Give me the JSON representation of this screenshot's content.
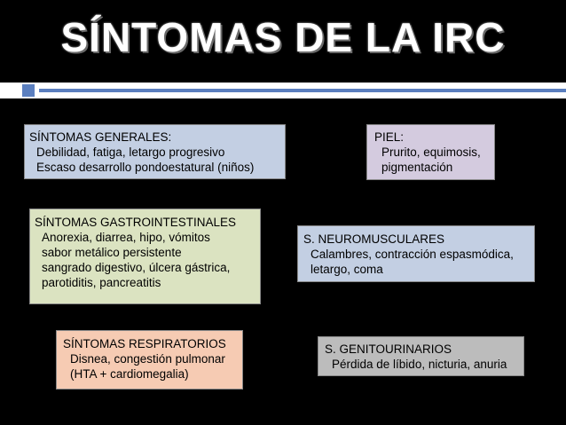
{
  "title": "SÍNTOMAS DE LA IRC",
  "colors": {
    "background": "#000000",
    "accent_blue": "#5b7fbf",
    "generales": "#c3cfe3",
    "piel": "#d4cbdf",
    "gastro": "#dbe3c1",
    "neuro": "#c3cfe3",
    "respiratorio": "#f6cbb3",
    "genitourinario": "#bcbcbc"
  },
  "boxes": {
    "generales": {
      "heading": "SÍNTOMAS GENERALES:",
      "lines": [
        "Debilidad, fatiga, letargo progresivo",
        "Escaso desarrollo pondoestatural (niños)"
      ]
    },
    "piel": {
      "heading": "PIEL:",
      "lines": [
        "Prurito, equimosis,",
        "pigmentación"
      ]
    },
    "gastro": {
      "heading": "SÍNTOMAS GASTROINTESTINALES",
      "lines": [
        "Anorexia, diarrea, hipo, vómitos",
        "sabor metálico persistente",
        "sangrado digestivo, úlcera gástrica,",
        "parotiditis, pancreatitis"
      ]
    },
    "neuro": {
      "heading": "S. NEUROMUSCULARES",
      "lines": [
        "Calambres, contracción espasmódica,",
        "letargo, coma"
      ]
    },
    "respiratorio": {
      "heading": "SÍNTOMAS RESPIRATORIOS",
      "lines": [
        "Disnea, congestión pulmonar",
        "(HTA + cardiomegalia)"
      ]
    },
    "genitourinario": {
      "heading": "S. GENITOURINARIOS",
      "lines": [
        "Pérdida de líbido, nicturia, anuria"
      ]
    }
  }
}
